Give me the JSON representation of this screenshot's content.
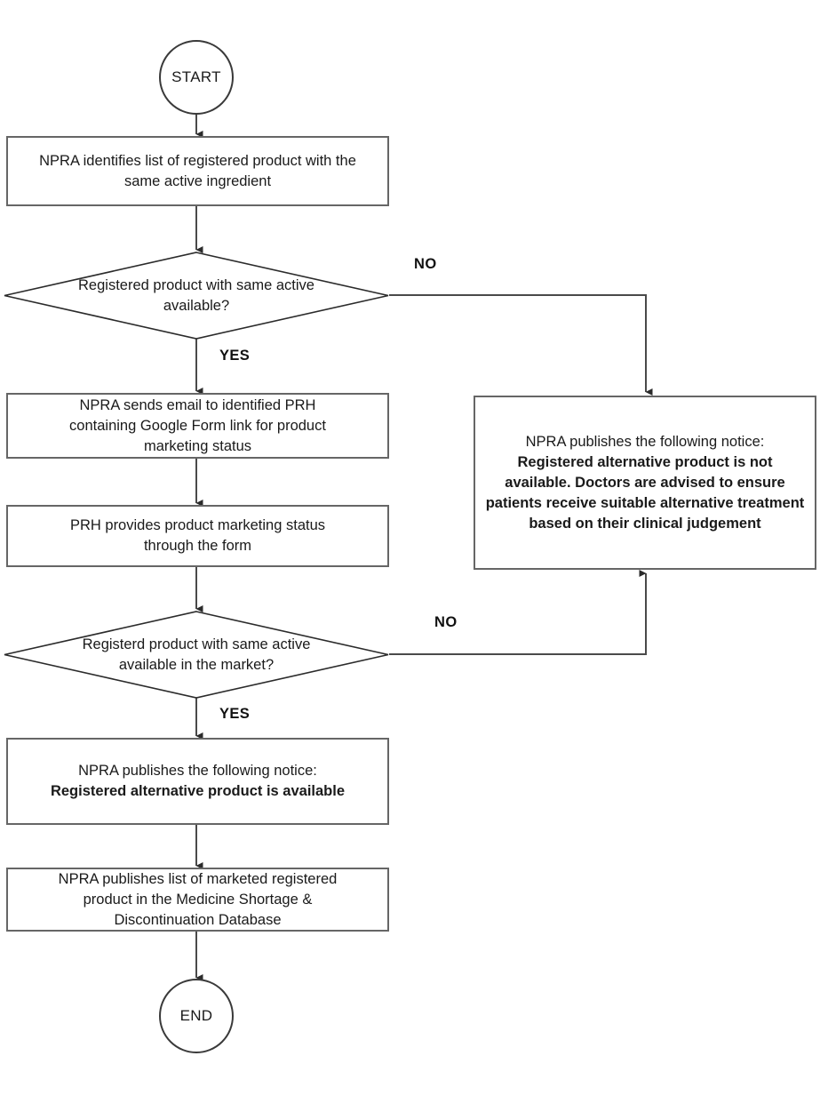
{
  "diagram": {
    "title": "NPRA registered alternative product availability flowchart",
    "type": "flowchart",
    "colors": {
      "box_border": "#666666",
      "terminator_border": "#3a3a3a",
      "edge": "#4a4a4a",
      "text": "#1a1a1a",
      "background": "#ffffff"
    }
  },
  "nodes": {
    "start": {
      "label": "START",
      "shape": "circle"
    },
    "identify_products": {
      "line1": "NPRA identifies list of registered product with the",
      "line2": "same active ingredient",
      "shape": "process"
    },
    "decision_registered_available": {
      "line1": "Registered product with same active",
      "line2": "available?",
      "shape": "decision"
    },
    "send_email": {
      "line1": "NPRA sends email to identified PRH",
      "line2": "containing Google Form link for product",
      "line3": "marketing status",
      "shape": "process"
    },
    "prh_provides_status": {
      "line1": "PRH provides product marketing status",
      "line2": "through the form",
      "shape": "process"
    },
    "decision_available_market": {
      "line1": "Registerd product with same active",
      "line2": "available in the market?",
      "shape": "decision"
    },
    "notice_not_available": {
      "intro": "NPRA publishes the following notice:",
      "bold": "Registered alternative product is not available. Doctors are advised to ensure patients receive suitable alternative treatment based on their clinical judgement",
      "shape": "process"
    },
    "notice_available": {
      "intro": "NPRA publishes the following notice:",
      "bold": "Registered alternative product is available",
      "shape": "process"
    },
    "publish_list": {
      "line1": "NPRA publishes list of marketed registered",
      "line2": "product in the Medicine Shortage &",
      "line3": "Discontinuation Database",
      "shape": "process"
    },
    "end": {
      "label": "END",
      "shape": "circle"
    }
  },
  "branch_labels": {
    "no_1": "NO",
    "yes_1": "YES",
    "no_2": "NO",
    "yes_2": "YES"
  },
  "edges": [
    {
      "from": "start",
      "to": "identify_products",
      "label": ""
    },
    {
      "from": "identify_products",
      "to": "decision_registered_available",
      "label": ""
    },
    {
      "from": "decision_registered_available",
      "to": "notice_not_available",
      "label": "NO"
    },
    {
      "from": "decision_registered_available",
      "to": "send_email",
      "label": "YES"
    },
    {
      "from": "send_email",
      "to": "prh_provides_status",
      "label": ""
    },
    {
      "from": "prh_provides_status",
      "to": "decision_available_market",
      "label": ""
    },
    {
      "from": "decision_available_market",
      "to": "notice_not_available",
      "label": "NO"
    },
    {
      "from": "decision_available_market",
      "to": "notice_available",
      "label": "YES"
    },
    {
      "from": "notice_available",
      "to": "publish_list",
      "label": ""
    },
    {
      "from": "publish_list",
      "to": "end",
      "label": ""
    }
  ]
}
